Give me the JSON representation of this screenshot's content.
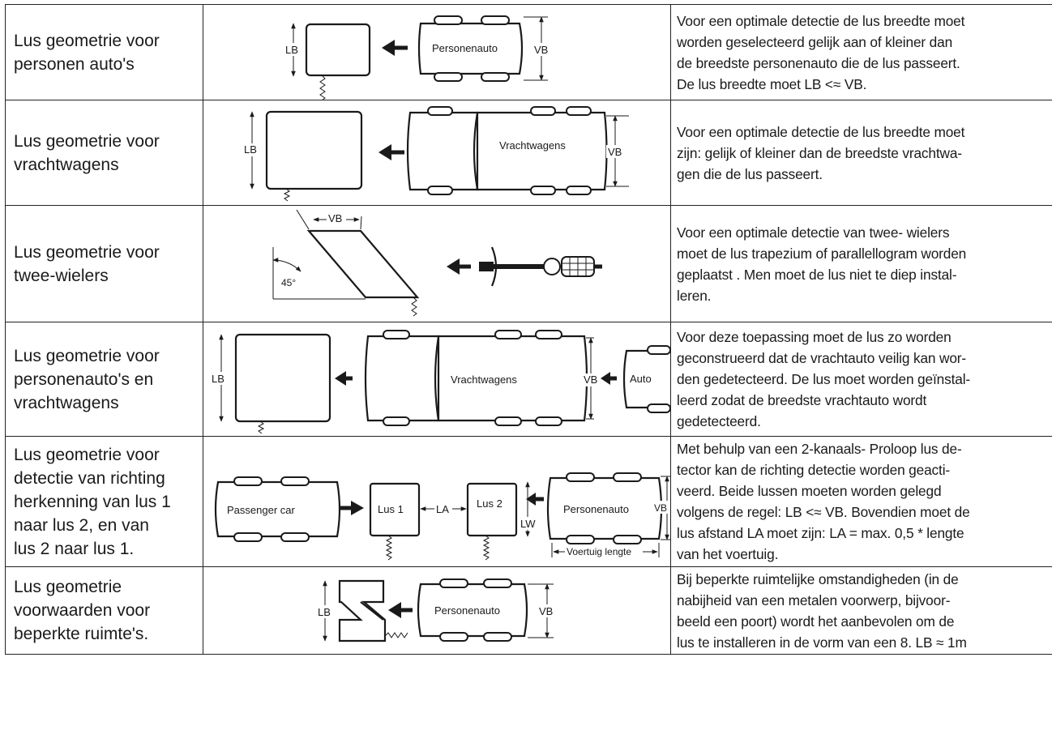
{
  "rows": [
    {
      "title": "Lus geometrie voor\npersonen auto's",
      "labels": {
        "lb": "LB",
        "vehicle": "Personenauto",
        "vb": "VB"
      },
      "description": "Voor een optimale detectie de lus breedte moet\nworden geselecteerd gelijk aan of kleiner dan\nde breedste personenauto die de lus passeert.\nDe lus breedte moet LB <≈ VB."
    },
    {
      "title": "Lus geometrie voor\nvrachtwagens",
      "labels": {
        "lb": "LB",
        "vehicle": "Vrachtwagens",
        "vb": "VB"
      },
      "description": "Voor een optimale detectie de lus breedte moet\nzijn: gelijk of kleiner dan de breedste vrachtwa-\ngen die de lus passeert."
    },
    {
      "title": "Lus geometrie voor\ntwee-wielers",
      "labels": {
        "vb": "VB",
        "angle": "45°"
      },
      "description": "Voor een optimale detectie van twee- wielers\nmoet de lus trapezium of parallellogram worden\ngeplaatst . Men moet de lus niet te diep instal-\nleren."
    },
    {
      "title": "Lus geometrie voor\npersonenauto's en\nvrachtwagens",
      "labels": {
        "lb": "LB",
        "truck": "Vrachtwagens",
        "vb": "VB",
        "car": "Auto"
      },
      "description": "Voor deze toepassing  moet de lus zo worden\ngeconstrueerd dat de vrachtauto veilig kan wor-\nden gedetecteerd. De lus moet worden geïnstal-\nleerd zodat de breedste vrachtauto wordt\ngedetecteerd."
    },
    {
      "title": "Lus geometrie voor\ndetectie van richting\nherkenning van lus 1\nnaar lus 2, en van\nlus 2 naar lus 1.",
      "labels": {
        "passenger": "Passenger car",
        "lus1": "Lus 1",
        "la": "LA",
        "lus2": "Lus 2",
        "lw": "LW",
        "vehicle": "Personenauto",
        "vb": "VB",
        "length": "Voertuig lengte"
      },
      "description": "Met behulp van een 2-kanaals- Proloop lus de-\ntector kan de richting detectie worden geacti-\nveerd.  Beide lussen moeten worden gelegd\nvolgens de regel: LB <≈ VB. Bovendien moet de\nlus afstand LA moet zijn: LA = max. 0,5 * lengte\nvan het voertuig."
    },
    {
      "title": "Lus geometrie\nvoorwaarden voor\nbeperkte ruimte's.",
      "labels": {
        "lb": "LB",
        "vehicle": "Personenauto",
        "vb": "VB"
      },
      "description": "Bij beperkte ruimtelijke omstandigheden (in de\nnabijheid van een metalen voorwerp, bijvoor-\nbeeld een poort) wordt het aanbevolen om de\nlus te installeren in de vorm van een 8. LB ≈ 1m"
    }
  ]
}
